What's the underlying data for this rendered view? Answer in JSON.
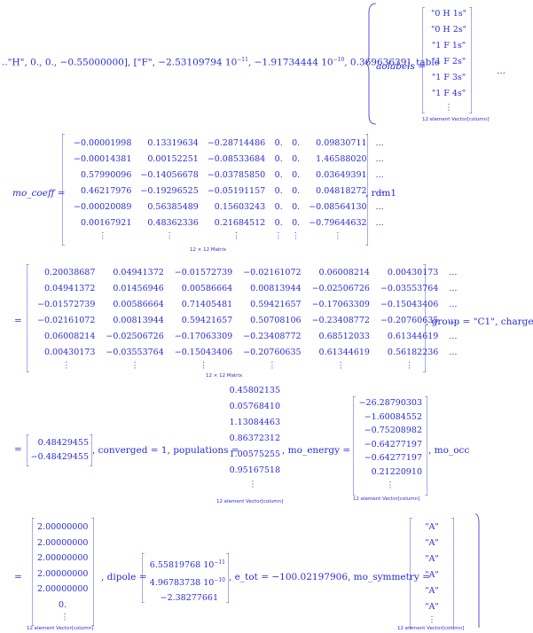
{
  "row1": {
    "prefix": "..\"H\", 0., 0., −0.55000000], [\"F\", −2.53109794 10",
    "exp_a": "−11",
    "mid1": ", −1.91734444 10",
    "exp_b": "−10",
    "tail": ", 0.36963639], table",
    "aolabels_label": "aolabels =",
    "aolabels": [
      "\"0 H 1s\"",
      "\"0 H 2s\"",
      "\"1 F 1s\"",
      "\"1 F 2s\"",
      "\"1 F 3s\"",
      "\"1 F 4s\"",
      "⋮"
    ],
    "aolabels_caption": "12 element Vector[column]",
    "trail": "..."
  },
  "row2": {
    "label": "mo_coeff =",
    "matrix": [
      [
        "−0.00001998",
        "0.13319634",
        "−0.28714486",
        "0.",
        "0.",
        "0.09830711",
        "..."
      ],
      [
        "−0.00014381",
        "0.00152251",
        "−0.08533684",
        "0.",
        "0.",
        "1.46588020",
        "..."
      ],
      [
        "0.57990096",
        "−0.14056678",
        "−0.03785850",
        "0.",
        "0.",
        "0.03649391",
        "..."
      ],
      [
        "0.46217976",
        "−0.19296525",
        "−0.05191157",
        "0.",
        "0.",
        "0.04818272",
        "..."
      ],
      [
        "−0.00020089",
        "0.56385489",
        "0.15603243",
        "0.",
        "0.",
        "−0.08564130",
        "..."
      ],
      [
        "0.00167921",
        "0.48362336",
        "0.21684512",
        "0.",
        "0.",
        "−0.79644632",
        "..."
      ],
      [
        "⋮",
        "⋮",
        "⋮",
        "⋮",
        "⋮",
        "⋮",
        ""
      ]
    ],
    "caption": "12 × 12 Matrix",
    "tail": ", rdm1"
  },
  "row3": {
    "eq": "=",
    "matrix": [
      [
        "0.20038687",
        "0.04941372",
        "−0.01572739",
        "−0.02161072",
        "0.06008214",
        "0.00430173",
        "..."
      ],
      [
        "0.04941372",
        "0.01456946",
        "0.00586664",
        "0.00813944",
        "−0.02506726",
        "−0.03553764",
        "..."
      ],
      [
        "−0.01572739",
        "0.00586664",
        "0.71405481",
        "0.59421657",
        "−0.17063309",
        "−0.15043406",
        "..."
      ],
      [
        "−0.02161072",
        "0.00813944",
        "0.59421657",
        "0.50708106",
        "−0.23408772",
        "−0.20760635",
        "..."
      ],
      [
        "0.06008214",
        "−0.02506726",
        "−0.17063309",
        "−0.23408772",
        "0.68512033",
        "0.61344619",
        "..."
      ],
      [
        "0.00430173",
        "−0.03553764",
        "−0.15043406",
        "−0.20760635",
        "0.61344619",
        "0.56182236",
        "..."
      ],
      [
        "⋮",
        "⋮",
        "⋮",
        "⋮",
        "⋮",
        "⋮",
        ""
      ]
    ],
    "caption": "12 × 12 Matrix",
    "tail": ", group = \"C1\", charges"
  },
  "row4": {
    "eq": "=",
    "charges": [
      "0.48429455",
      "−0.48429455"
    ],
    "mid": ", converged = 1, populations =",
    "populations": [
      "0.45802135",
      "0.05768410",
      "1.13084463",
      "0.86372312",
      "1.00575255",
      "0.95167518",
      "⋮"
    ],
    "pop_caption": "12 element Vector[column]",
    "energy_label": ", mo_energy =",
    "energy": [
      "−26.28790303",
      "−1.60084552",
      "−0.75208982",
      "−0.64277197",
      "−0.64277197",
      "0.21220910",
      "⋮"
    ],
    "energy_caption": "12 element Vector[column]",
    "tail": ", mo_occ"
  },
  "row5": {
    "eq": "=",
    "occ": [
      "2.00000000",
      "2.00000000",
      "2.00000000",
      "2.00000000",
      "2.00000000",
      "0.",
      "⋮"
    ],
    "occ_caption": "12 element Vector[column]",
    "dipole_label": ", dipole =",
    "dipole": [
      {
        "mant": "6.55819768 10",
        "exp": "−11"
      },
      {
        "mant": "4.96783738 10",
        "exp": "−10"
      },
      {
        "mant": "−2.38277661",
        "exp": ""
      }
    ],
    "mid": ", e_tot = −100.02197906, mo_symmetry =",
    "symmetry": [
      "\"A\"",
      "\"A\"",
      "\"A\"",
      "\"A\"",
      "\"A\"",
      "\"A\"",
      "⋮"
    ],
    "sym_caption": "12 element Vector[column]"
  }
}
